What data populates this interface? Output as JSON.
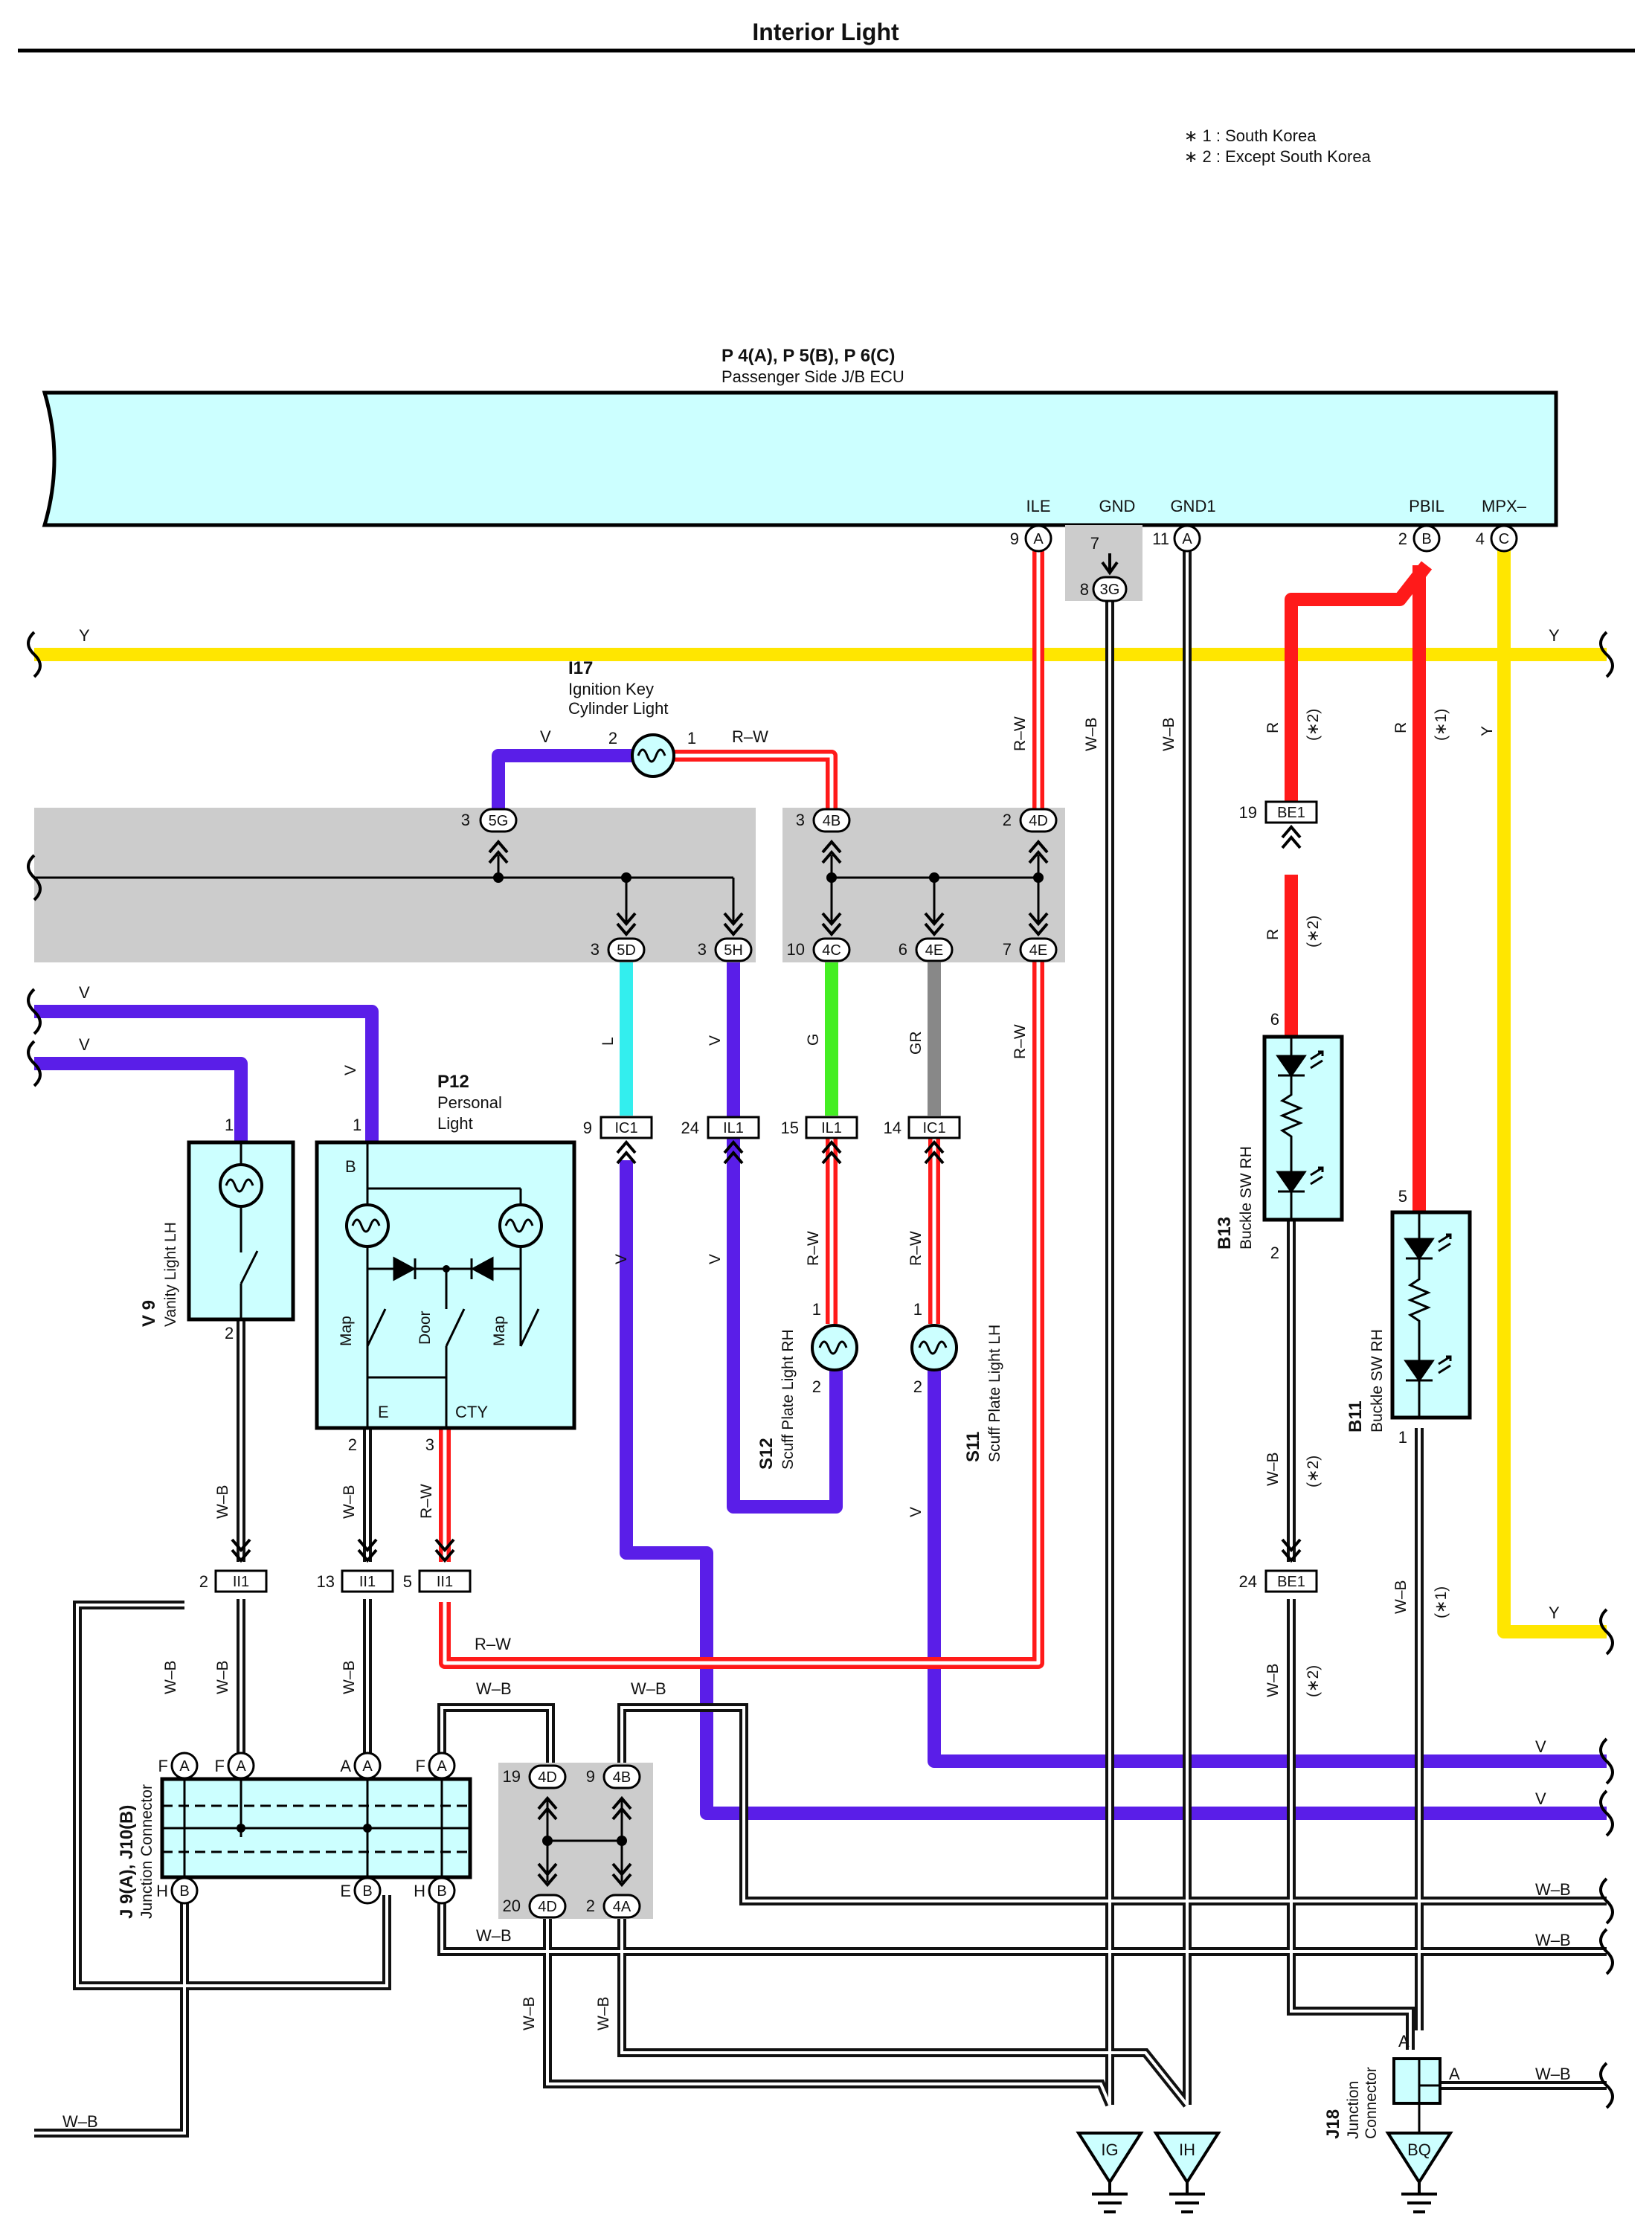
{
  "title": "Interior Light",
  "notes": [
    "∗ 1 : South Korea",
    "∗ 2 : Except South Korea"
  ],
  "colors": {
    "ecu_fill": "#ccffff",
    "splice_gray": "#cccccc",
    "Y": "#ffe600",
    "V": "#5a1ee8",
    "R": "#ff1a1a",
    "L": "#33eeee",
    "G": "#44ee22",
    "GR": "#888888",
    "RW_stripe": "#ffffff",
    "WB": "#111111"
  },
  "ecu": {
    "name": "P 4(A), P 5(B), P 6(C)",
    "desc": "Passenger Side J/B ECU",
    "terminals": [
      {
        "name": "ILE",
        "pin": "9",
        "conn": "A"
      },
      {
        "name": "GND",
        "pin": "7",
        "conn": "3G",
        "sub_pin": "8"
      },
      {
        "name": "GND1",
        "pin": "11",
        "conn": "A"
      },
      {
        "name": "PBIL",
        "pin": "2",
        "conn": "B"
      },
      {
        "name": "MPX–",
        "pin": "4",
        "conn": "C"
      }
    ]
  },
  "components": {
    "i17": {
      "id": "I17",
      "line1": "Ignition Key",
      "line2": "Cylinder Light",
      "pin_a": "2",
      "pin_b": "1"
    },
    "p12": {
      "id": "P12",
      "line1": "Personal",
      "line2": "Light",
      "pin_b": "B",
      "pin_1": "1",
      "pin_2": "2",
      "pin_3": "3",
      "e": "E",
      "cty": "CTY",
      "map1": "Map",
      "door": "Door",
      "map2": "Map"
    },
    "v9": {
      "id": "V 9",
      "desc": "Vanity Light LH",
      "pin_1": "1",
      "pin_2": "2"
    },
    "s12": {
      "id": "S12",
      "desc": "Scuff Plate Light RH",
      "pin_1": "1",
      "pin_2": "2"
    },
    "s11": {
      "id": "S11",
      "desc": "Scuff Plate Light LH",
      "pin_1": "1",
      "pin_2": "2"
    },
    "b13": {
      "id": "B13",
      "desc": "Buckle SW RH",
      "pin_1": "6",
      "pin_2": "2"
    },
    "b11": {
      "id": "B11",
      "desc": "Buckle SW RH",
      "pin_1": "5",
      "pin_2": "1"
    },
    "j9": {
      "id": "J 9(A), J10(B)",
      "desc": "Junction Connector",
      "t1": "F",
      "t1c": "A",
      "t2": "F",
      "t2c": "A",
      "t3": "A",
      "t3c": "A",
      "t4": "F",
      "t4c": "A",
      "b1": "H",
      "b1c": "B",
      "b2": "E",
      "b2c": "B",
      "b3": "H",
      "b3c": "B"
    },
    "j18": {
      "id": "J18",
      "desc1": "Junction",
      "desc2": "Connector",
      "pin_a": "A",
      "pin_a2": "A"
    }
  },
  "connectors": {
    "c5g": {
      "pin": "3",
      "label": "5G"
    },
    "c5d": {
      "pin": "3",
      "label": "5D"
    },
    "c5h": {
      "pin": "3",
      "label": "5H"
    },
    "c4b": {
      "pin": "3",
      "label": "4B"
    },
    "c4d": {
      "pin": "2",
      "label": "4D"
    },
    "c4c": {
      "pin": "10",
      "label": "4C"
    },
    "c4e1": {
      "pin": "6",
      "label": "4E"
    },
    "c4e2": {
      "pin": "7",
      "label": "4E"
    },
    "ic1a": {
      "pin": "9",
      "label": "IC1"
    },
    "il1a": {
      "pin": "24",
      "label": "IL1"
    },
    "il1b": {
      "pin": "15",
      "label": "IL1"
    },
    "ic1b": {
      "pin": "14",
      "label": "IC1"
    },
    "be1a": {
      "pin": "19",
      "label": "BE1"
    },
    "be1b": {
      "pin": "24",
      "label": "BE1"
    },
    "ii1a": {
      "pin": "2",
      "label": "II1"
    },
    "ii1b": {
      "pin": "13",
      "label": "II1"
    },
    "ii1c": {
      "pin": "5",
      "label": "II1"
    },
    "c4d2": {
      "pin": "19",
      "label": "4D"
    },
    "c4b2": {
      "pin": "9",
      "label": "4B"
    },
    "c4d3": {
      "pin": "20",
      "label": "4D"
    },
    "c4a": {
      "pin": "2",
      "label": "4A"
    }
  },
  "grounds": [
    "IG",
    "IH",
    "BQ"
  ],
  "wire_labels": {
    "Y": "Y",
    "V": "V",
    "R": "R",
    "L": "L",
    "G": "G",
    "GR": "GR",
    "RW": "R–W",
    "WB": "W–B",
    "s1": "(∗1)",
    "s2": "(∗2)"
  }
}
